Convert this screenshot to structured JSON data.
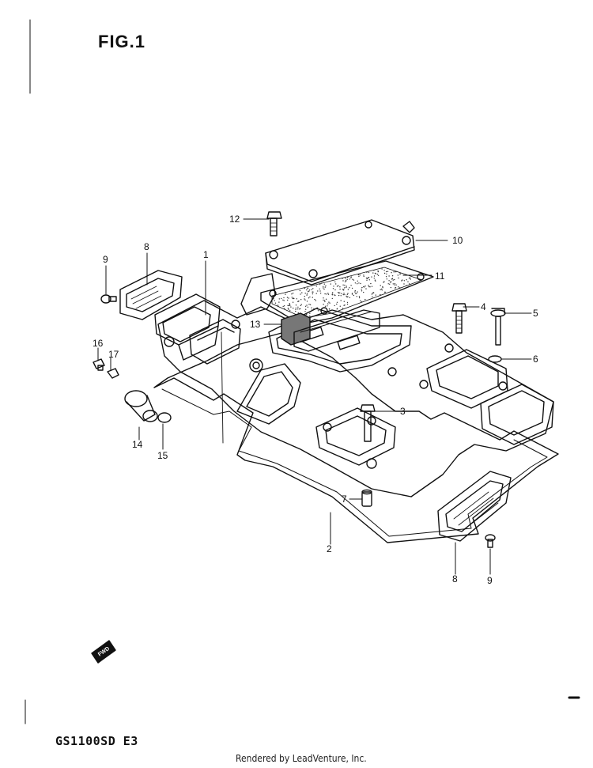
{
  "figure": {
    "title": "FIG.1"
  },
  "model": {
    "code": "GS1100SD E3"
  },
  "footer": {
    "credit": "Rendered by LeadVenture, Inc."
  },
  "fwd_marker": {
    "text": "FWD"
  },
  "callouts": [
    {
      "id": "1",
      "label": "1"
    },
    {
      "id": "2",
      "label": "2"
    },
    {
      "id": "3",
      "label": "3"
    },
    {
      "id": "4",
      "label": "4"
    },
    {
      "id": "5",
      "label": "5"
    },
    {
      "id": "6",
      "label": "6"
    },
    {
      "id": "7",
      "label": "7"
    },
    {
      "id": "8a",
      "label": "8"
    },
    {
      "id": "8b",
      "label": "8"
    },
    {
      "id": "9a",
      "label": "9"
    },
    {
      "id": "9b",
      "label": "9"
    },
    {
      "id": "10",
      "label": "10"
    },
    {
      "id": "11",
      "label": "11"
    },
    {
      "id": "12",
      "label": "12"
    },
    {
      "id": "13",
      "label": "13"
    },
    {
      "id": "14",
      "label": "14"
    },
    {
      "id": "15",
      "label": "15"
    },
    {
      "id": "16",
      "label": "16"
    },
    {
      "id": "17",
      "label": "17"
    }
  ]
}
